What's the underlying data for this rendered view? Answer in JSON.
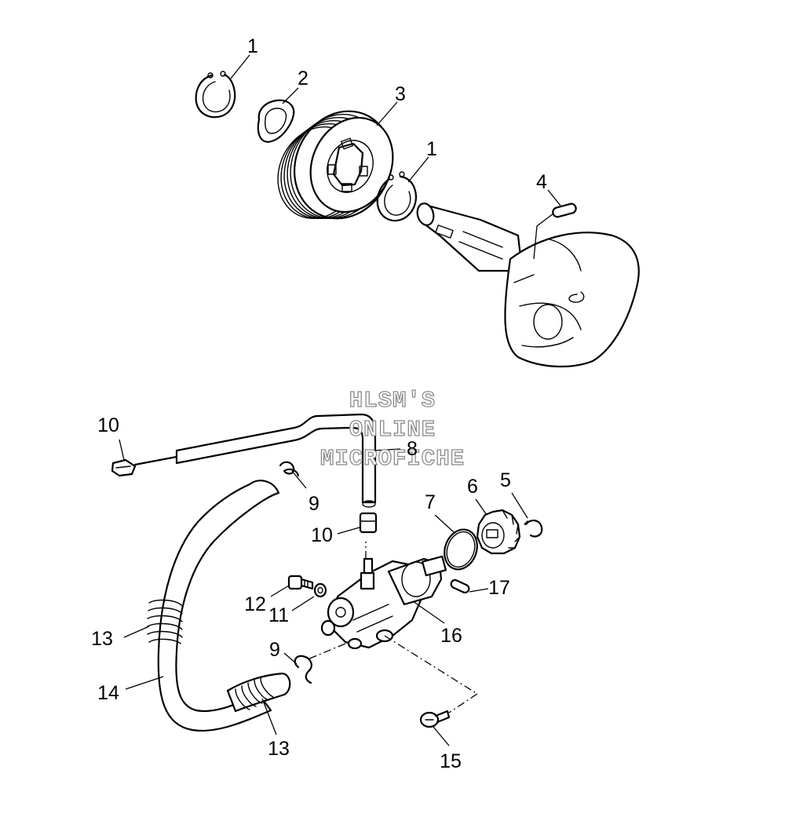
{
  "watermark": {
    "line1": "HLSM'S",
    "line2": "ONLINE",
    "line3": "MICROFICHE",
    "color": "#8a8a8a"
  },
  "callouts": {
    "c1a": "1",
    "c2": "2",
    "c3": "3",
    "c1b": "1",
    "c4": "4",
    "c10a": "10",
    "c8": "8",
    "c9a": "9",
    "c7": "7",
    "c6": "6",
    "c5": "5",
    "c10b": "10",
    "c12": "12",
    "c11": "11",
    "c17": "17",
    "c13a": "13",
    "c16": "16",
    "c9b": "9",
    "c14": "14",
    "c13b": "13",
    "c15": "15"
  }
}
